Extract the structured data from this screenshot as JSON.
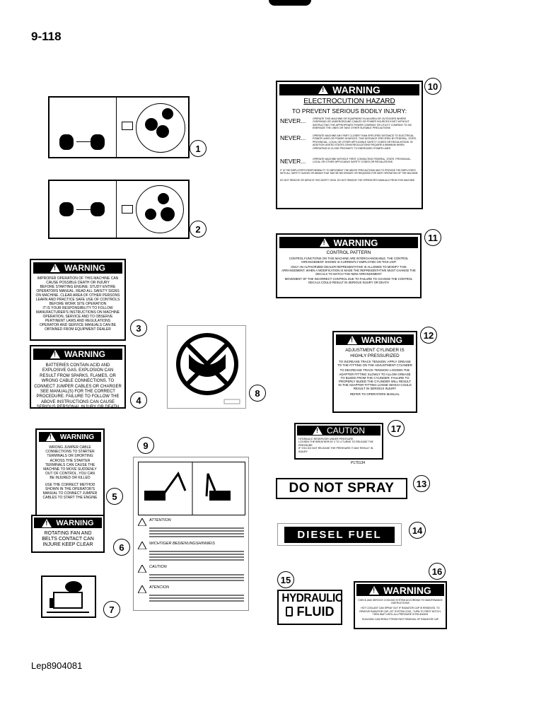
{
  "header": {
    "page_number": "9-118"
  },
  "footer": {
    "code": "Lep8904081"
  },
  "callouts": [
    "1",
    "2",
    "3",
    "4",
    "5",
    "6",
    "7",
    "8",
    "9",
    "10",
    "11",
    "12",
    "13",
    "14",
    "15",
    "16",
    "17"
  ],
  "decals": {
    "d3": {
      "title": "WARNING",
      "lines": [
        "IMPROPER OPERATION OF THIS MACHINE CAN CAUSE POSSIBLE DEATH OR INJURY",
        "BEFORE STARTING ENGINE: STUDY ENTIRE OPERATORS MANUAL. READ ALL SAFETY SIGNS ON MACHINE. CLEAR AREA OF OTHER PERSONS",
        "LEARN AND PRACTICE SAFE USE OF CONTROLS BEFORE WORK SITE OPERATION",
        "IT IS YOUR RESPONSIBILITY TO FOLLOW MANUFACTURER'S INSTRUCTIONS ON MACHINE OPERATION, SERVICE AND TO OBSERVE PERTINENT LAWS AND REGULATIONS",
        "OPERATOR AND SERVICE MANUALS CAN BE OBTAINED FROM EQUIPMENT DEALER"
      ]
    },
    "d4": {
      "title": "WARNING",
      "text": "BATTERIES CONTAIN ACID AND EXPLOSIVE GAS. EXPLOSION CAN RESULT FROM SPARKS, FLAMES, OR WRONG CABLE CONNECTIONS. TO CONNECT JUMPER CABLES OR CHARGER SEE MANUAL(S) FOR THE CORRECT PROCEDURE. FAILURE TO FOLLOW THE ABOVE INSTRUCTIONS CAN CAUSE SERIOUS PERSONAL INJURY OR DEATH"
    },
    "d5": {
      "title": "WARNING",
      "lines": [
        "WRONG JUMPER CABLE CONNECTIONS TO STARTER TERMINALS OR SHORTING ACROSS THE STARTER TERMINALS CAN CAUSE THE MACHINE TO MOVE SUDDENLY OUT OF CONTROL. YOU CAN BE INJURED OR KILLED",
        "USE THE CORRECT METHOD SHOWN IN THE OPERATOR'S MANUAL TO CONNECT JUMPER CABLES TO START THE ENGINE"
      ]
    },
    "d6": {
      "title": "WARNING",
      "text": "ROTATING FAN AND BELTS CONTACT CAN INJURE KEEP CLEAR"
    },
    "d9": {
      "sections": [
        "ATTENTION",
        "WICHTIGER BEDIENUNGSHINWEIS",
        "CAUTION",
        "ATENCION"
      ]
    },
    "d10": {
      "title": "WARNING",
      "subtitle": "ELECTROCUTION HAZARD",
      "lead": "TO PREVENT SERIOUS BODILY INJURY:",
      "never_label": "NEVER...",
      "never_items": [
        "OPERATE THIS MACHINE OR EQUIPMENT IN AN AREA OR OUTDOORS WHERE OVERHEAD OR UNDERGROUND CABLES OR POWER SOURCES EXIST WITHOUT INSTRUCTING THE APPROPRIATE POWER COMPANY OR UTILITY COMPANY TO DE-ENERGIZE THE LINES OR TAKE OTHER SUITABLE PRECAUTIONS",
        "OPERATE MACHINE ANY PART CLOSER THAN SPECIFIED DISTANCE TO ELECTRICAL POWER LINES OR POWER SOURCES. THIS DISTANCE SPECIFIED BY FEDERAL, STATE, PROVINCIAL, LOCAL OR OTHER APPLICABLE SAFETY CODES OR REGULATIONS. IN ADDITION UNITED STATES OSHA REGULATIONS REQUIRE A MINIMUM WHEN OPERATING IN CLOSE PROXIMITY TO ENERGIZED POWER LINES",
        "OPERATE MACHINE WITHOUT FIRST CONSULTING FEDERAL, STATE, PROVINCIAL, LOCAL OR OTHER APPLICABLE SAFETY CODES OR REGULATIONS"
      ],
      "footer": [
        "IT IS THE EMPLOYER'S RESPONSIBILITY TO IMPLEMENT THE ABOVE PRECAUTIONS AND TO PROVIDE THE EMPLOYEES WITH ALL SAFETY GUIDES OR MEANS THAT MAY BE NECESSARY OR REQUIRED FOR SAFE OPERATION OF THE MACHINE",
        "DO NOT REMOVE OR DEFACE THIS SAFETY SIGN. DO NOT REMOVE THE OPERATOR'S MANUALS FROM THIS MACHINE"
      ]
    },
    "d11": {
      "title": "WARNING",
      "subtitle": "CONTROL PATTERN",
      "lines": [
        "CONTROL FUNCTIONS ON THIS MACHINE ARE INTERCHANGEABLE. THE CONTROL ARRANGEMENT SHOWN IS CURRENTLY EMPLOYED ON THIS UNIT",
        "ONLY AN AUTHORIZED DEALER REPRESENTATIVE IS ALLOWED TO MODIFY THIS ARRANGEMENT. WHEN A MODIFICATION IS MADE THE REPRESENTATIVE MUST CHANGE THE DECALS TO MATCH THE NEW ARRANGEMENT",
        "MOVEMENT OF THE INCORRECT CONTROL DUE TO FAILURE TO CHANGE THE CONTROL DECALS COULD RESULT IN SERIOUS INJURY OR DEATH"
      ]
    },
    "d12": {
      "title": "WARNING",
      "subtitle": "ADJUSTMENT CYLINDER IS HIGHLY PRESSURIZED",
      "lines": [
        "TO INCREASE TRACK TENSION: APPLY GREASE TO THE FITTING ON THE ADJUSTMENT CYLINDER",
        "TO DECREASE TRACK TENSION: LOOSEN THE ADAPTER FITTING SLOWLY TO ALLOW GREASE TO BLEED FROM THE CYLINDER. FAILURE TO PROPERLY BLEED THE CYLINDER WILL RESULT IN THE ADAPTER FITTING LOOSE WHICH COULD RESULT IN SERIOUS INJURY",
        "REFER TO OPERATORS MANUAL"
      ]
    },
    "d13": {
      "text": "DO NOT SPRAY"
    },
    "d14": {
      "text": "DIESEL FUEL"
    },
    "d15": {
      "line1": "HYDRAULIC",
      "line2": "FLUID"
    },
    "d16": {
      "title": "WARNING",
      "lines": [
        "CHECK AND SERVICE COOLING SYSTEM ACCORDING TO MAINTENANCE INSTRUCTIONS",
        "HOT COOLANT CAN SPRAY OUT IF RADIATOR CAP IS REMOVED. TO REMOVE RADIATOR CAP, LET SYSTEM COOL, TURN TO FIRST NOTCH, THEN WAIT UNTIL ALL PRESSURE IS RELEASED",
        "SCALDING CAN RESULT FROM FAST REMOVAL OF RADIATOR CAP"
      ]
    },
    "d17": {
      "title": "CAUTION",
      "lines": [
        "HYDRAULIC RESERVOIR UNDER PRESSURE",
        "LOOSEN THE BREATHER BY 2 TO 4 TURNS TO RELEASE THE PRESSURE",
        "IF YOU DO NOT RELEASE THE PRESSURE IT MAY RESULT IN INJURY"
      ],
      "part_no": "P175134"
    }
  }
}
